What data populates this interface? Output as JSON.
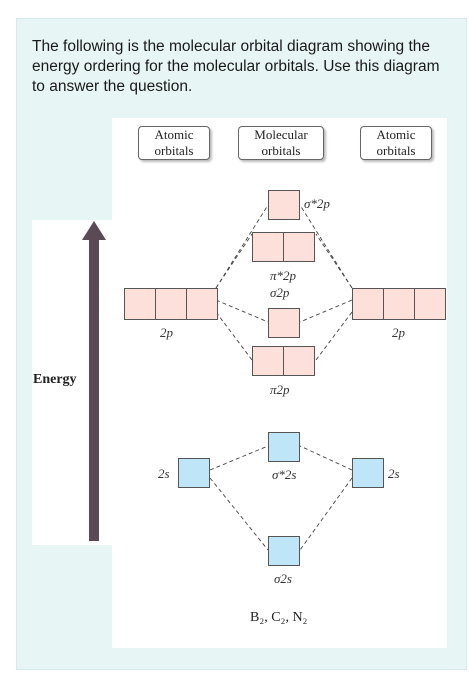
{
  "question": {
    "text": "The following is the molecular orbital diagram showing the energy ordering for the molecular orbitals.  Use this diagram to answer the question."
  },
  "diagram": {
    "headers": {
      "left": {
        "line1": "Atomic",
        "line2": "orbitals"
      },
      "center": {
        "line1": "Molecular",
        "line2": "orbitals"
      },
      "right": {
        "line1": "Atomic",
        "line2": "orbitals"
      }
    },
    "energy_label": "Energy",
    "labels": {
      "left_2p": "2p",
      "right_2p": "2p",
      "left_2s": "2s",
      "right_2s": "2s",
      "sigma_star_2p": "σ*2p",
      "pi_star_2p": "π*2p",
      "sigma_2p": "σ2p",
      "pi_2p": "π2p",
      "sigma_star_2s": "σ*2s",
      "sigma_2s": "σ2s"
    },
    "formula": "B₂, C₂, N₂",
    "colors": {
      "p_orbital": "#fde0da",
      "s_orbital": "#bfe6f8",
      "energy_arrow": "#5a4a55"
    }
  }
}
